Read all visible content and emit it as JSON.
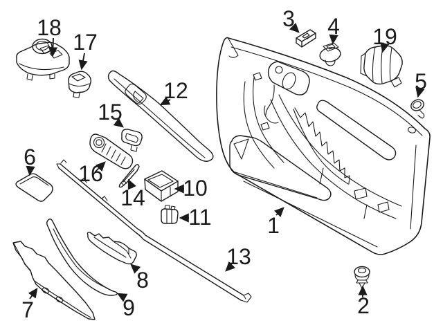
{
  "diagram": {
    "background_color": "#ffffff",
    "line_color": "#1a1a1a",
    "callouts": {
      "p1": "1",
      "p2": "2",
      "p3": "3",
      "p4": "4",
      "p5": "5",
      "p6": "6",
      "p7": "7",
      "p8": "8",
      "p9": "9",
      "p10": "10",
      "p11": "11",
      "p12": "12",
      "p13": "13",
      "p14": "14",
      "p15": "15",
      "p16": "16",
      "p17": "17",
      "p18": "18",
      "p19": "19"
    }
  }
}
